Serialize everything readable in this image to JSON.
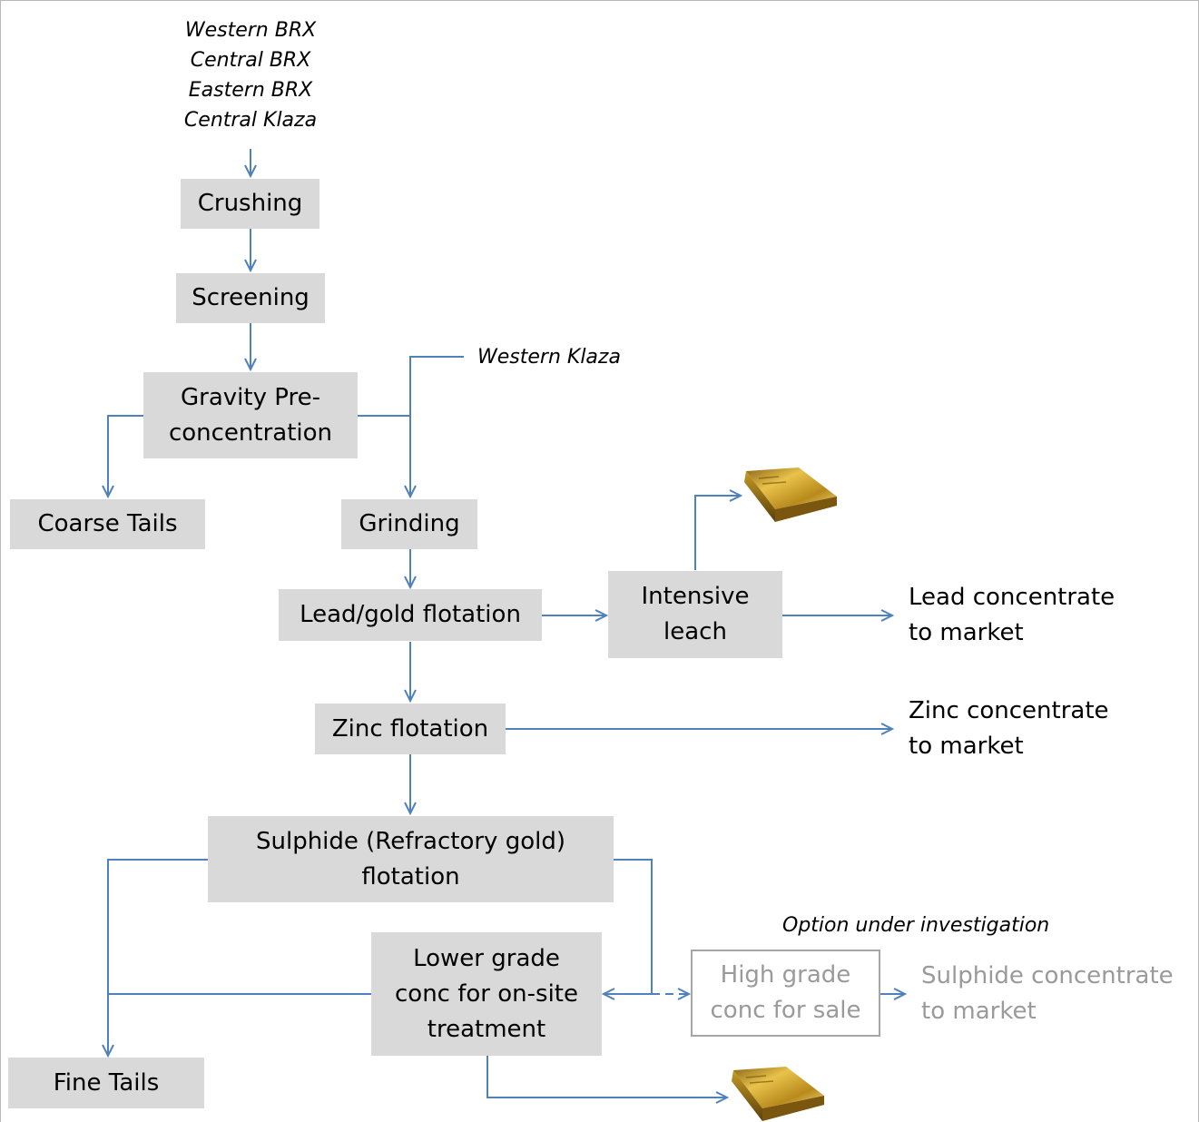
{
  "inputs": {
    "top_sources": "Western BRX\nCentral BRX\nEastern BRX\nCentral Klaza",
    "side_source": "Western Klaza"
  },
  "steps": {
    "crushing": "Crushing",
    "screening": "Screening",
    "gravity": "Gravity Pre-\nconcentration",
    "coarse_tails": "Coarse Tails",
    "grinding": "Grinding",
    "lead_gold_flotation": "Lead/gold flotation",
    "intensive_leach": "Intensive\nleach",
    "zinc_flotation": "Zinc flotation",
    "sulphide_flotation": "Sulphide (Refractory gold)\nflotation",
    "lower_grade": "Lower grade\nconc for on-site\ntreatment",
    "high_grade": "High grade\nconc for sale",
    "fine_tails": "Fine Tails"
  },
  "outputs": {
    "lead_concentrate": "Lead concentrate\nto market",
    "zinc_concentrate": "Zinc concentrate\nto market",
    "sulphide_concentrate": "Sulphide concentrate\nto market"
  },
  "notes": {
    "option": "Option under investigation"
  },
  "icons": {
    "product": "gold-bar-icon"
  },
  "colors": {
    "connector": "#4f81bd",
    "box_fill": "#d9d9d9",
    "option_text": "#9a9a9a"
  }
}
